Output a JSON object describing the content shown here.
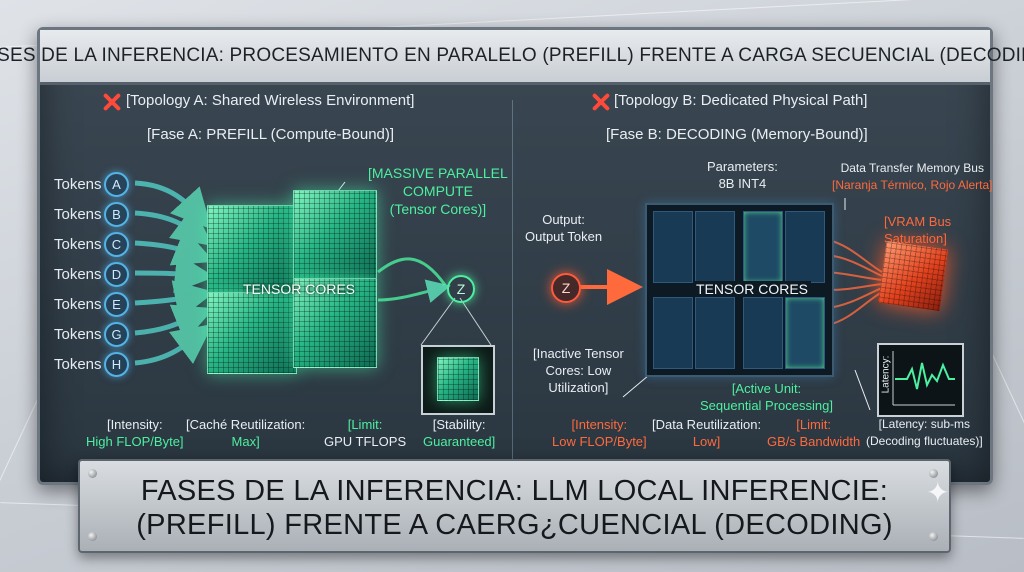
{
  "board": {
    "title": "FASES DE LA INFERENCIA: PROCESAMIENTO EN PARALELO (PREFILL) FRENTE A CARGA SECUENCIAL (DECODING)"
  },
  "left": {
    "topology": "[Topology A: Shared Wireless Environment]",
    "phase": "[Fase A: PREFILL (Compute-Bound)]",
    "tokens": [
      {
        "label": "Tokens",
        "id": "A"
      },
      {
        "label": "Tokens",
        "id": "B"
      },
      {
        "label": "Tokens",
        "id": "C"
      },
      {
        "label": "Tokens",
        "id": "D"
      },
      {
        "label": "Tokens",
        "id": "E"
      },
      {
        "label": "Tokens",
        "id": "G"
      },
      {
        "label": "Tokens",
        "id": "H"
      }
    ],
    "core_label": "TENSOR CORES",
    "parallel_note": [
      "[MASSIVE PARALLEL",
      "COMPUTE",
      "(Tensor Cores)]"
    ],
    "output_token": "Z",
    "intensity": [
      "[Intensity:",
      "High FLOP/Byte]"
    ],
    "cache": [
      "[Caché Reutilization:",
      "Max]"
    ],
    "limit": [
      "[Limit:",
      "GPU TFLOPS"
    ],
    "stability": [
      "[Stability:",
      "Guaranteed]"
    ]
  },
  "right": {
    "topology": "[Topology B: Dedicated Physical Path]",
    "phase": "[Fase B: DECODING (Memory-Bound)]",
    "output": [
      "Output:",
      "Output Token"
    ],
    "input_token": "Z",
    "parameters": [
      "Parameters:",
      "8B INT4"
    ],
    "bus": [
      "Data Transfer Memory Bus",
      "[Naranja Térmico, Rojo Alerta]"
    ],
    "vram": [
      "[VRAM Bus",
      "Saturation]"
    ],
    "core_label": "TENSOR CORES",
    "inactive": [
      "[Inactive Tensor",
      "Cores: Low",
      "Utilization]"
    ],
    "active": [
      "[Active Unit:",
      "Sequential Processing]"
    ],
    "intensity": [
      "[Intensity:",
      "Low FLOP/Byte]"
    ],
    "data_reuse": [
      "[Data Reutilization:",
      "Low]"
    ],
    "limit": [
      "[Limit:",
      "GB/s Bandwidth"
    ],
    "latency": [
      "[Latency: sub-ms",
      "(Decoding fluctuates)]"
    ],
    "latency_chart_label": "Latency:"
  },
  "plate": {
    "line1": "FASES DE LA INFERENCIA: LLM LOCAL INFERENCIE:",
    "line2": "(PREFILL) FRENTE A CAERG¿CUENCIAL (DECODING)"
  },
  "colors": {
    "green": "#4cf0a0",
    "orange": "#ff6a3d",
    "blue": "#55b4e6"
  }
}
